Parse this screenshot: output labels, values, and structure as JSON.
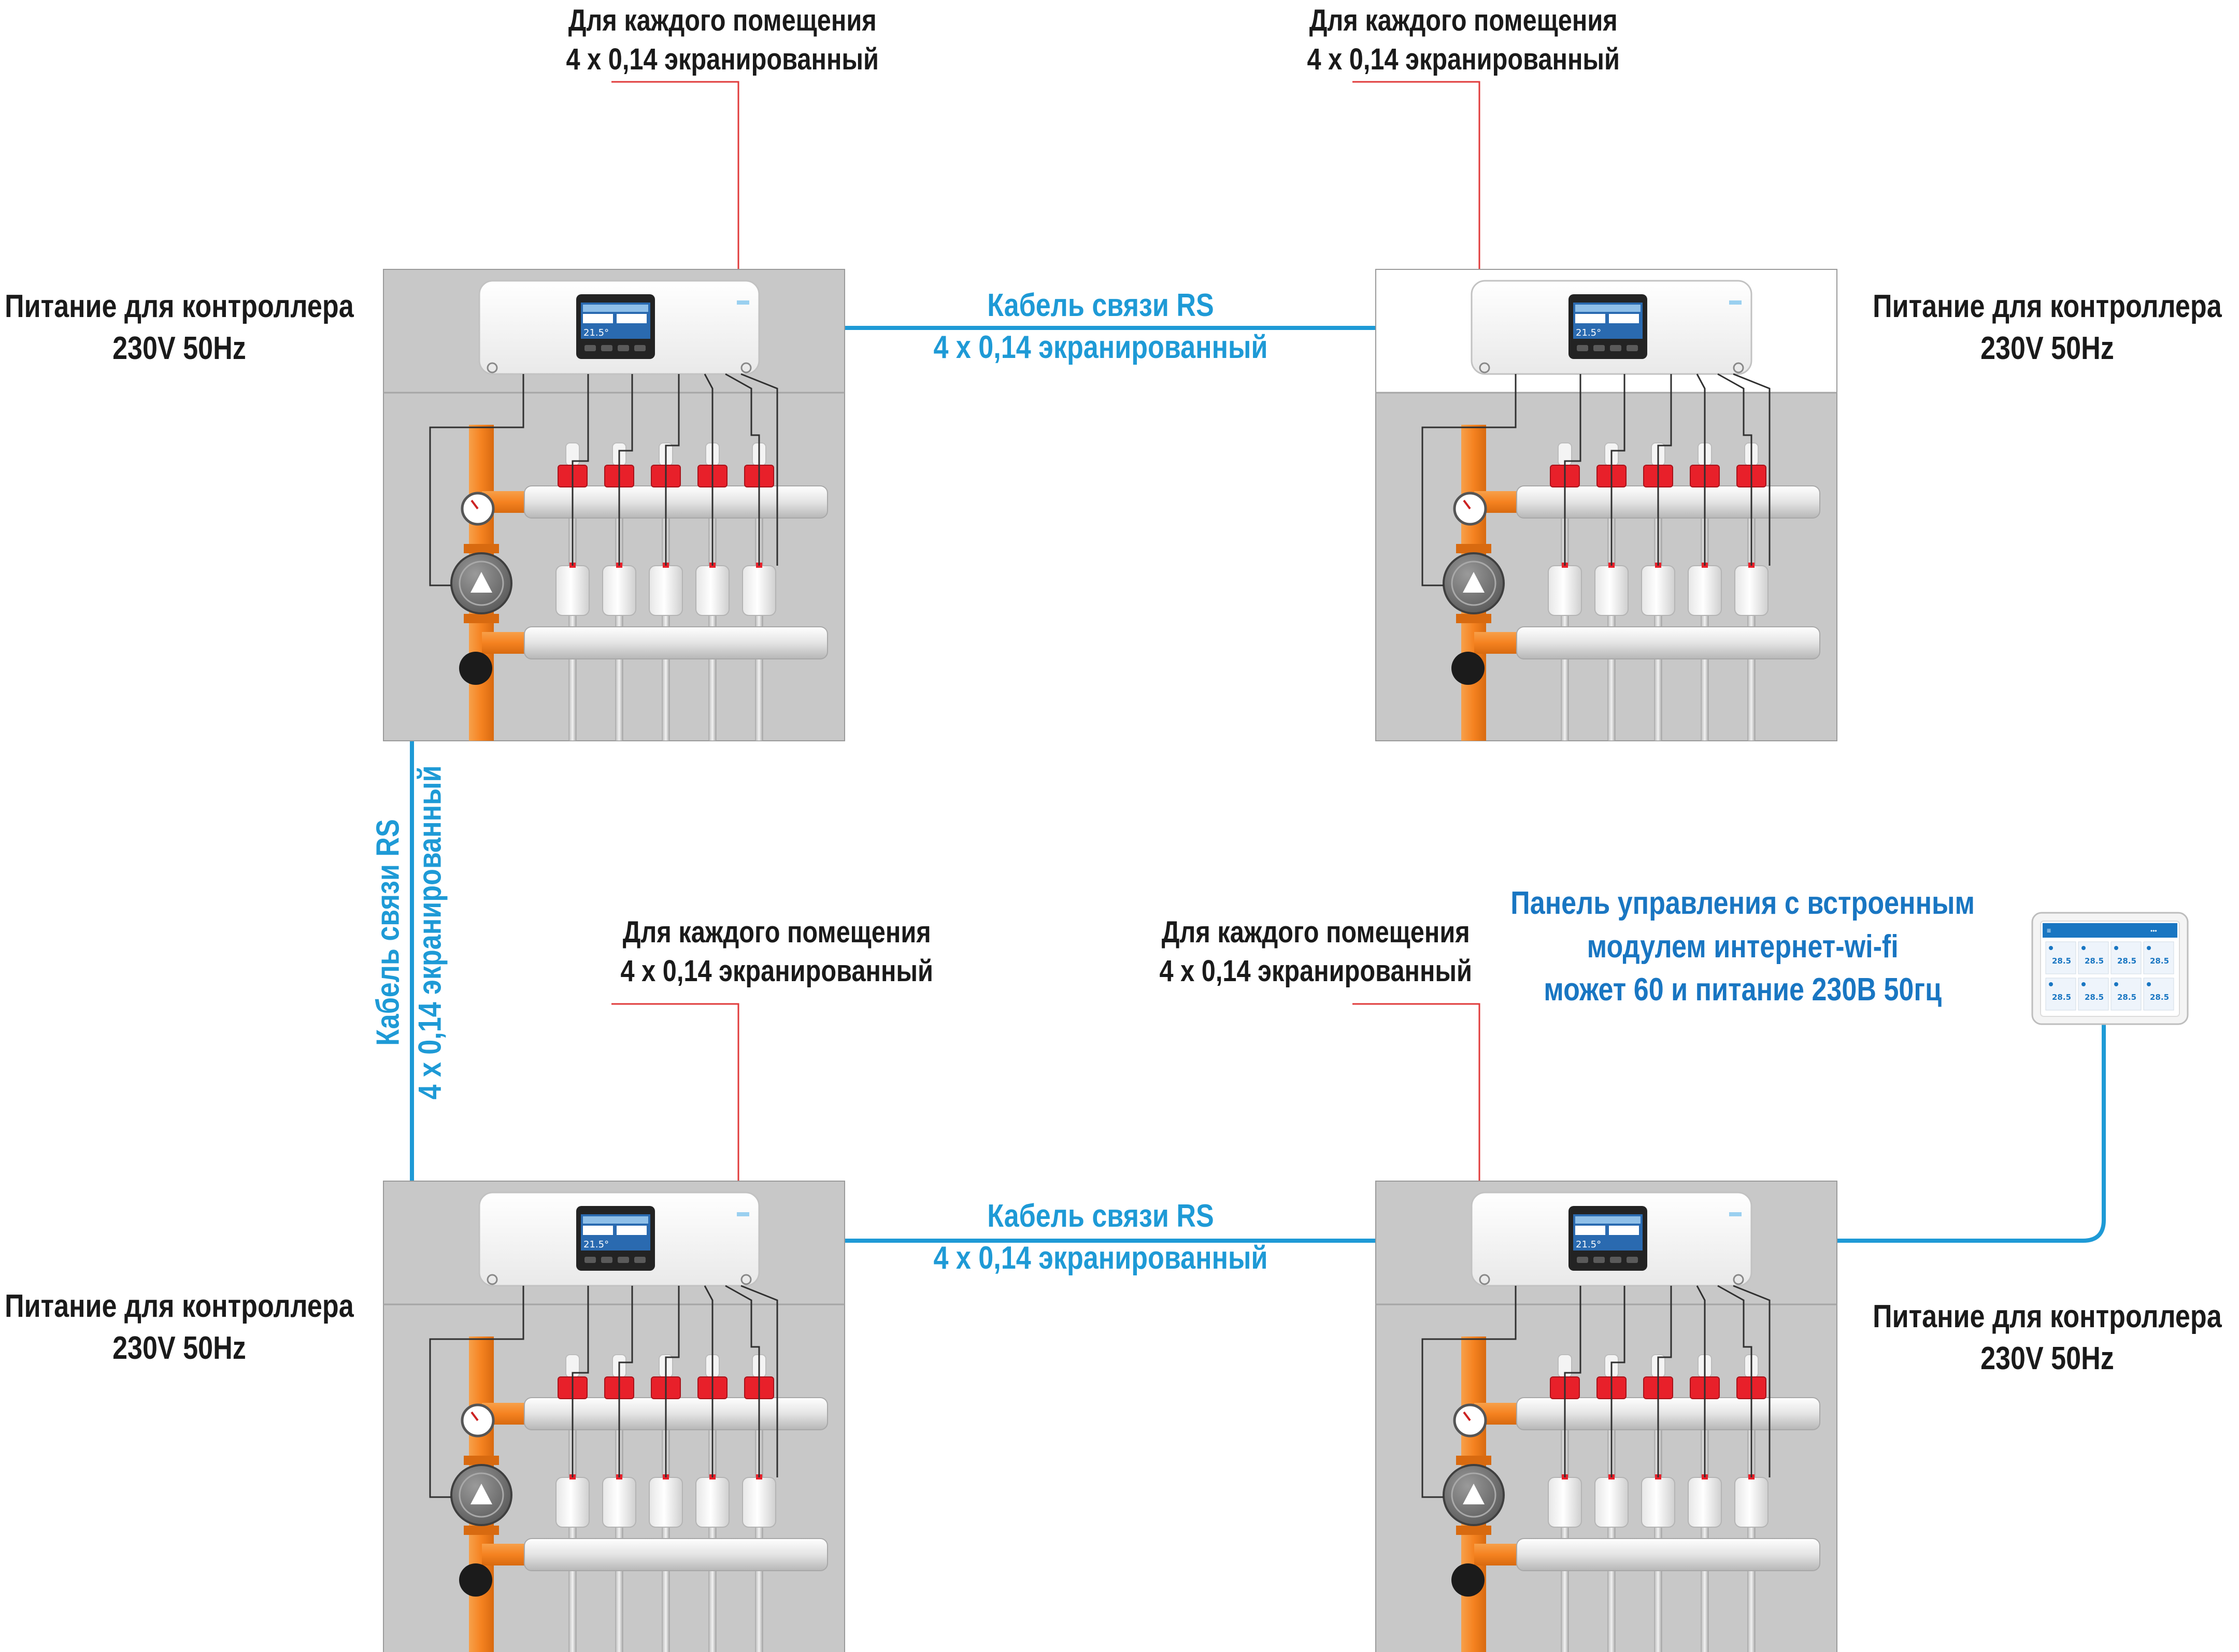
{
  "labels": {
    "room_line1": "Для каждого помещения",
    "room_line2": "4 x 0,14 экранированный",
    "power_line1": "Питание для контроллера",
    "power_line2": "230V 50Hz",
    "cable_line1": "Кабель связи RS",
    "cable_line2": "4 x 0,14 экранированный",
    "panel_line1": "Панель управления с встроенным",
    "panel_line2": "модулем интернет-wi-fi",
    "panel_line3": "может 60 и питание 230В 50гц"
  },
  "screen": {
    "temp_display": "21.5°",
    "tile_value": "28.5"
  },
  "colors": {
    "rs_cable": "#1e9ad6",
    "sensor_wire": "#e03a3a",
    "pipe": "#f58220",
    "valve_cap": "#e8202a",
    "housing": "#c8c8c8"
  }
}
